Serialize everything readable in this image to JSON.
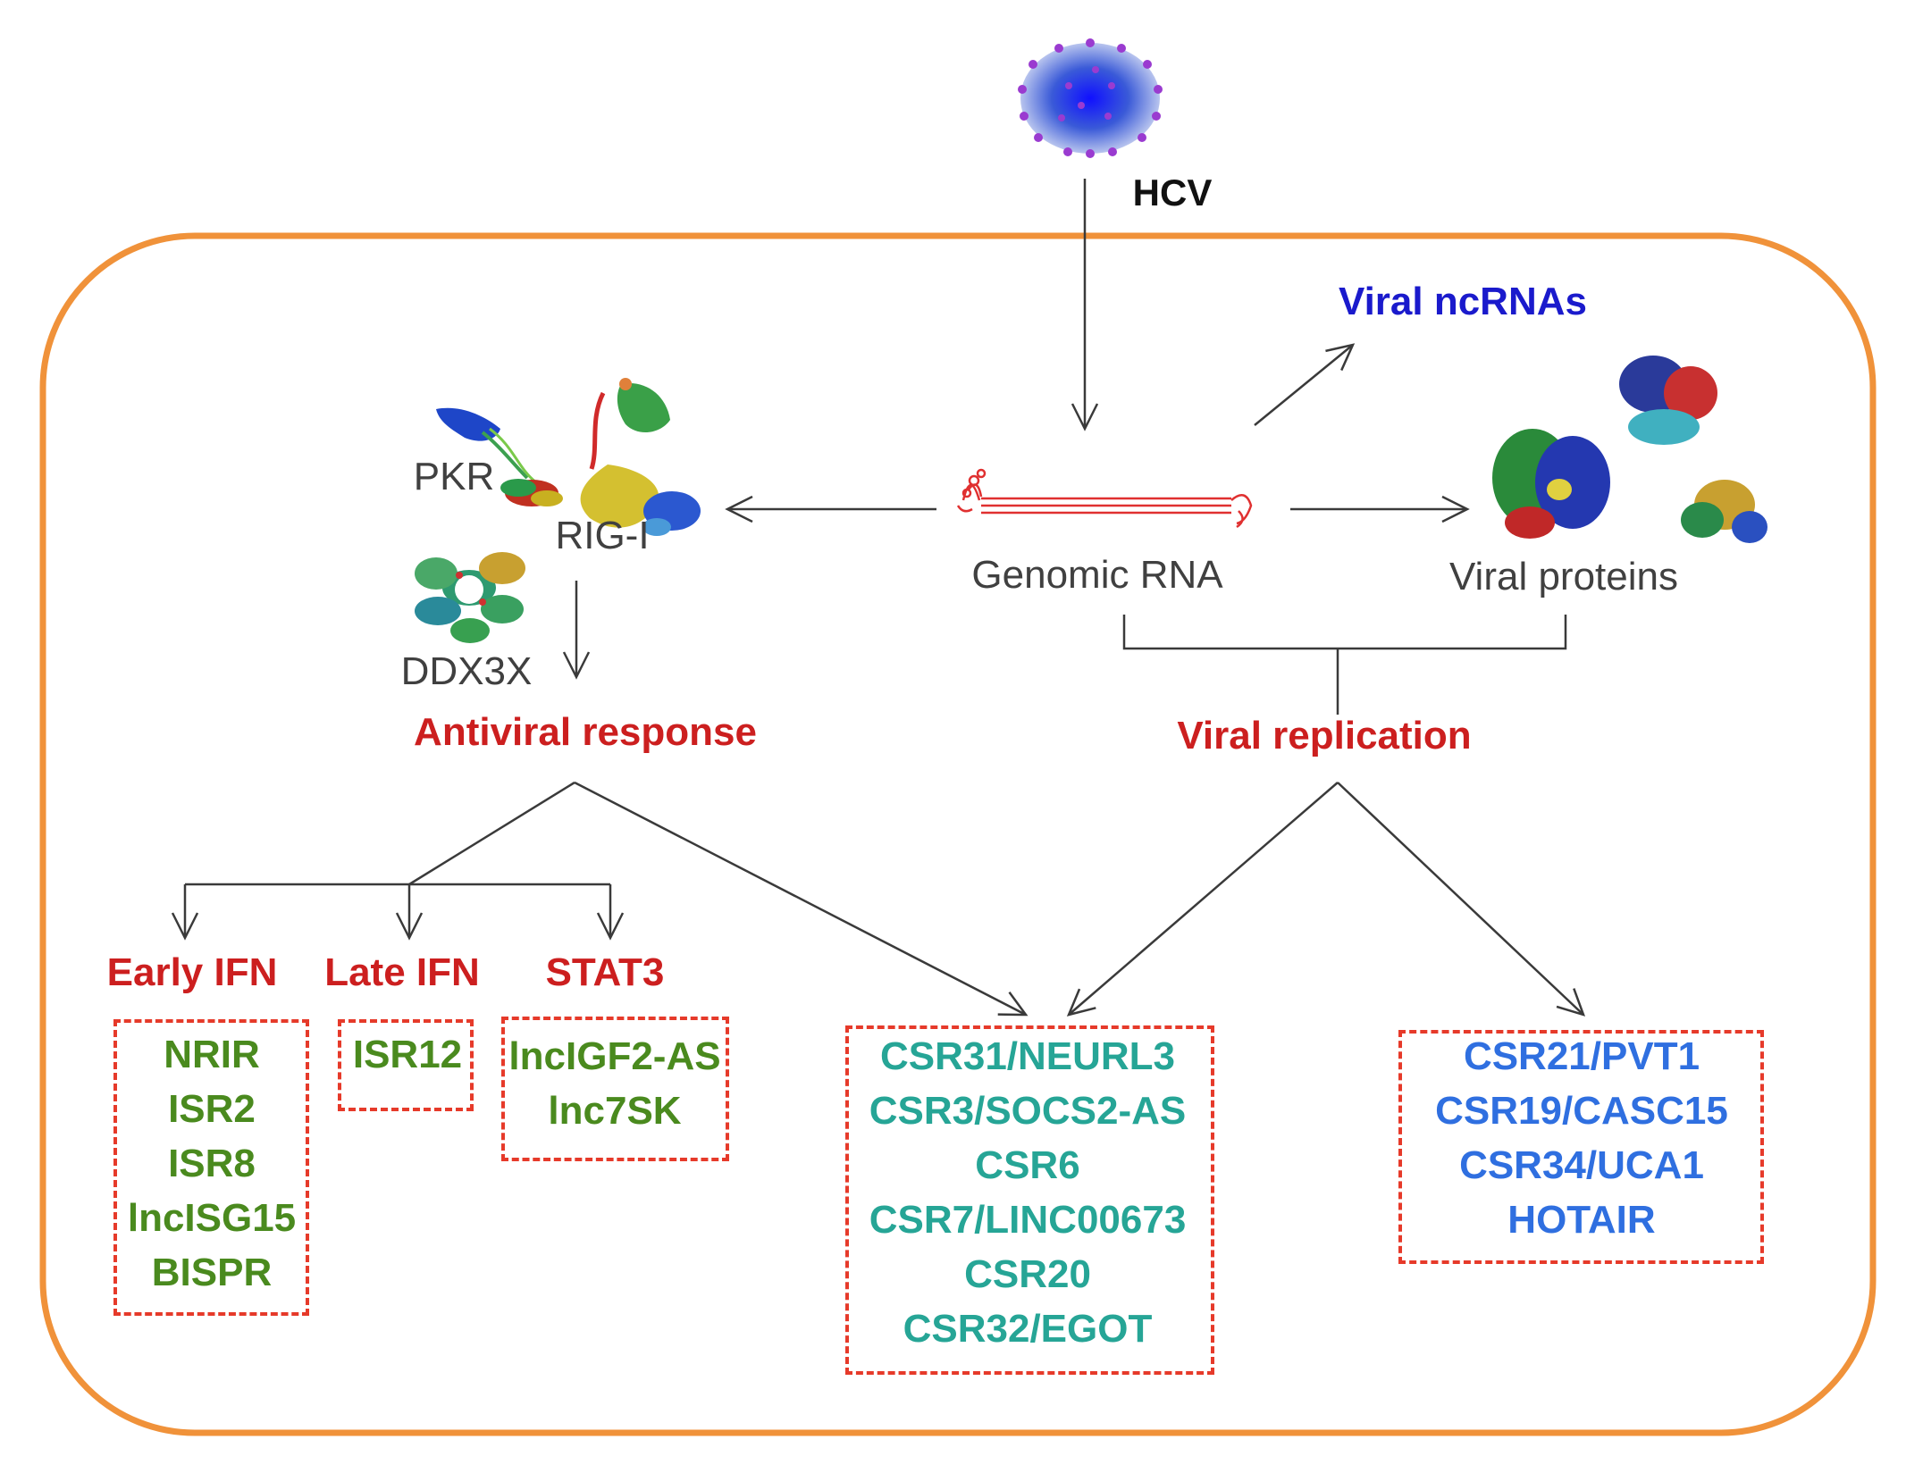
{
  "virus_label": "HCV",
  "genomic_rna_label": "Genomic RNA",
  "viral_ncrnas_label": "Viral ncRNAs",
  "viral_proteins_label": "Viral proteins",
  "sensors": {
    "pkr": "PKR",
    "rigi": "RIG-I",
    "ddx3x": "DDX3X"
  },
  "antiviral_response_label": "Antiviral response",
  "viral_replication_label": "Viral replication",
  "categories": {
    "early_ifn": "Early IFN",
    "late_ifn": "Late IFN",
    "stat3": "STAT3"
  },
  "lists": {
    "early_ifn": [
      "NRIR",
      "ISR2",
      "ISR8",
      "lncISG15",
      "BISPR"
    ],
    "late_ifn": [
      "ISR12"
    ],
    "stat3": [
      "lncIGF2-AS",
      "lnc7SK"
    ],
    "shared": [
      "CSR31/NEURL3",
      "CSR3/SOCS2-AS",
      "CSR6",
      "CSR7/LINC00673",
      "CSR20",
      "CSR32/EGOT"
    ],
    "replication": [
      "CSR21/PVT1",
      "CSR19/CASC15",
      "CSR34/UCA1",
      "HOTAIR"
    ]
  },
  "colors": {
    "cell_border": "#f0923a",
    "category_red": "#cc1f1f",
    "ncrna_blue": "#1a1acc",
    "early_green": "#4a8a1e",
    "shared_teal": "#26a596",
    "replication_blue": "#2f6fe0",
    "dashed_box": "#e63a2a"
  }
}
